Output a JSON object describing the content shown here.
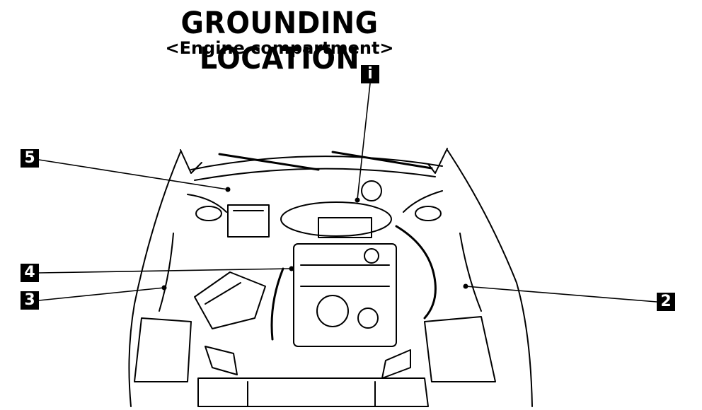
{
  "title": "GROUNDING LOCATION",
  "subtitle": "<Engine compartment>",
  "markers": [
    {
      "id": "1",
      "label": "i"
    },
    {
      "id": "2",
      "label": "2"
    },
    {
      "id": "3",
      "label": "3"
    },
    {
      "id": "4",
      "label": "4"
    },
    {
      "id": "5",
      "label": "5"
    }
  ]
}
